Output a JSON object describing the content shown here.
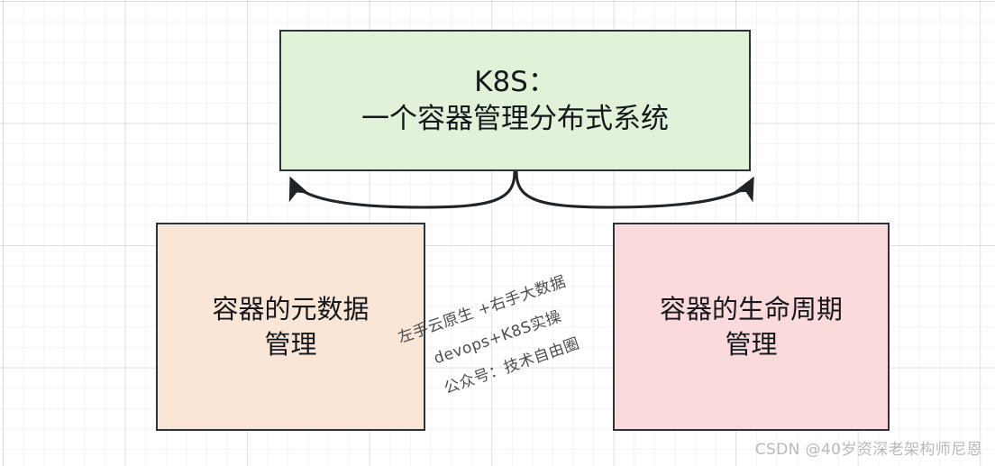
{
  "diagram": {
    "background": {
      "grid": "graph-paper",
      "grid_color": "#e8e8e8",
      "page_color": "#ffffff"
    },
    "nodes": [
      {
        "id": "root",
        "label": "K8S：\n一个容器管理分布式系统",
        "fill": "#e2f2d9",
        "stroke": "#2b333b"
      },
      {
        "id": "metadata",
        "label": "容器的元数据\n管理",
        "fill": "#fae6d6",
        "stroke": "#2b333b"
      },
      {
        "id": "lifecycle",
        "label": "容器的生命周期\n管理",
        "fill": "#fadadb",
        "stroke": "#2b333b"
      }
    ],
    "edges": [
      {
        "id": "root-to-metadata",
        "from": "root",
        "to": "metadata",
        "style": "curved-arrow",
        "color": "#1f2429"
      },
      {
        "id": "root-to-lifecycle",
        "from": "root",
        "to": "lifecycle",
        "style": "curved-arrow",
        "color": "#1f2429"
      }
    ]
  },
  "watermarks": {
    "center": {
      "line1": "左手云原生 +右手大数据",
      "line2": "devops+K8S实操",
      "line3": "公众号：技术自由圈",
      "color": "#3d3d42",
      "rotation_deg": -19
    },
    "corner": {
      "text": "CSDN @40岁资深老架构师尼恩",
      "color": "#b9b9bd"
    }
  }
}
